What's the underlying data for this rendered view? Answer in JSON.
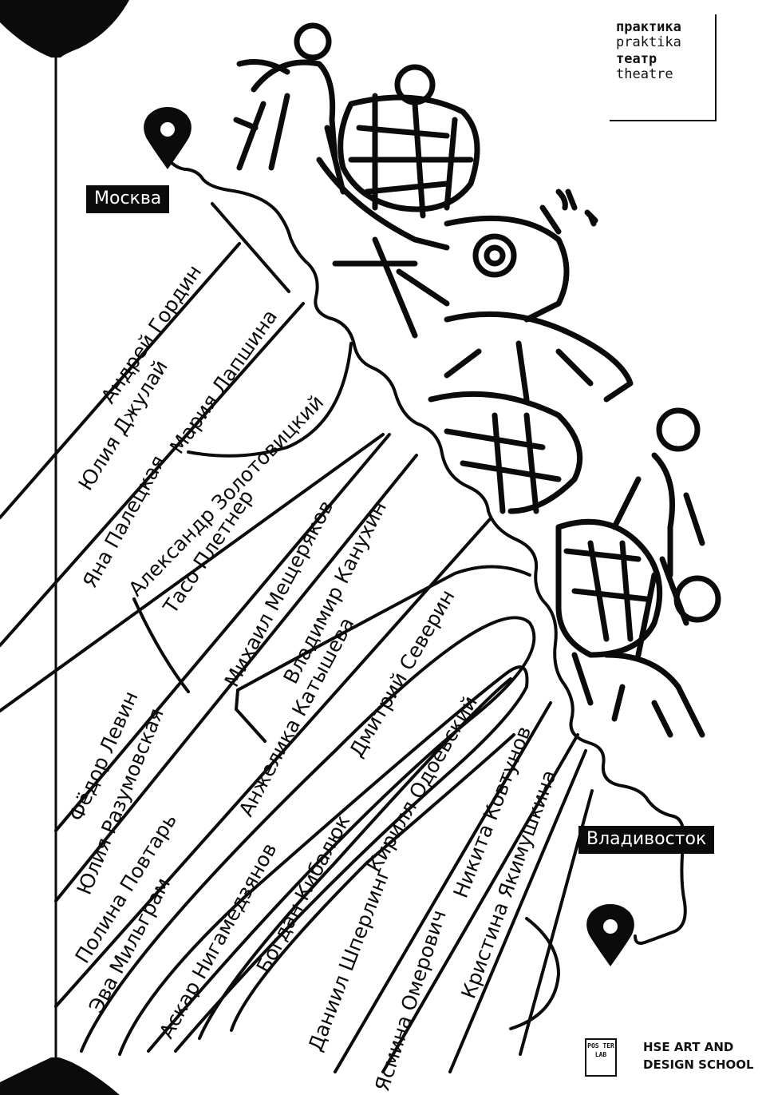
{
  "theatre_logo": {
    "line1": "практика",
    "line2": "praktika",
    "line3": "театр",
    "line4": "theatre"
  },
  "map_labels": {
    "start": "Москва",
    "end": "Владивосток"
  },
  "icons": [
    "location-pin-icon",
    "location-pin-icon"
  ],
  "names": [
    "Андрей Гордин",
    "Юлия Джулай",
    "Мария Лапшина",
    "Яна Палецкая",
    "Александр Золотовицкий",
    "Тасо Плетнер",
    "Михаил Мещеряков",
    "Владимир Канухин",
    "Фёдор Левин",
    "Юлия Разумовская",
    "Анжелика Катышева",
    "Дмитрий Северин",
    "Полина Повтарь",
    "Эва Мильграм",
    "Аскар Нигамедзянов",
    "Богдан Кибалюк",
    "Кирилл Одоевский",
    "Даниил Шперлинг",
    "Никита Ковтунов",
    "Ясмина Омерович",
    "Кристина Якимушкина"
  ],
  "sponsors": {
    "posterlab": "POS TER LAB",
    "hse": "HSE ART AND DESIGN SCHOOL"
  },
  "colors": {
    "ink": "#0b0b0b",
    "paper": "#ffffff"
  }
}
